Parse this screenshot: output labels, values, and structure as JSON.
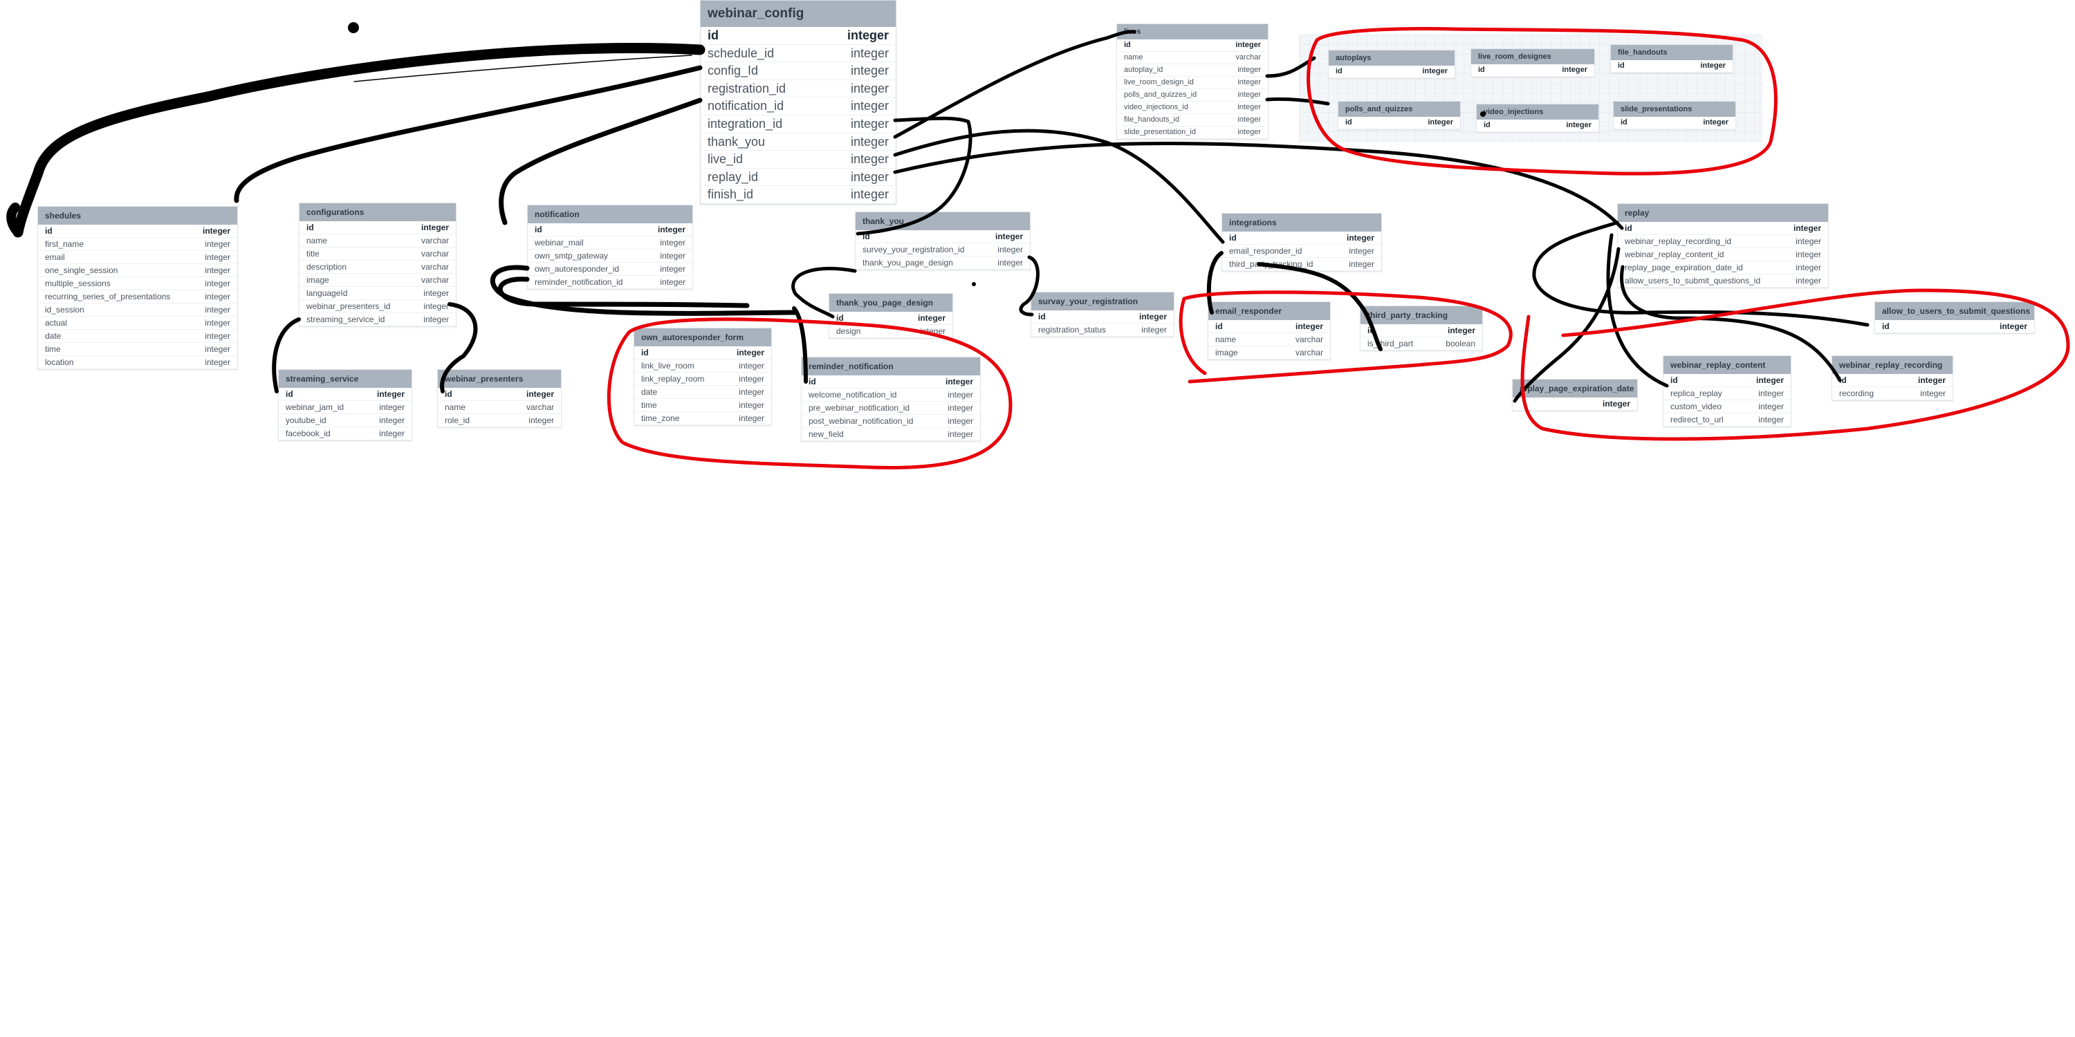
{
  "colors": {
    "table_header_bg": "#a9b3bd",
    "table_header_text": "#2f3b46",
    "annotation_black": "#000000",
    "annotation_red": "#e8000b",
    "grid_bg": "#f3f6f9"
  },
  "tables": [
    {
      "id": "webinar_config",
      "title": "webinar_config",
      "rows": [
        {
          "name": "id",
          "type": "integer",
          "pk": true
        },
        {
          "name": "schedule_id",
          "type": "integer"
        },
        {
          "name": "config_Id",
          "type": "integer"
        },
        {
          "name": "registration_id",
          "type": "integer"
        },
        {
          "name": "notification_id",
          "type": "integer"
        },
        {
          "name": "integration_id",
          "type": "integer"
        },
        {
          "name": "thank_you",
          "type": "integer"
        },
        {
          "name": "live_id",
          "type": "integer"
        },
        {
          "name": "replay_id",
          "type": "integer"
        },
        {
          "name": "finish_id",
          "type": "integer"
        }
      ]
    },
    {
      "id": "shedules",
      "title": "shedules",
      "rows": [
        {
          "name": "id",
          "type": "integer",
          "pk": true
        },
        {
          "name": "first_name",
          "type": "integer"
        },
        {
          "name": "email",
          "type": "integer"
        },
        {
          "name": "one_single_session",
          "type": "integer"
        },
        {
          "name": "multiple_sessions",
          "type": "integer"
        },
        {
          "name": "recurring_series_of_presentations",
          "type": "integer"
        },
        {
          "name": "id_session",
          "type": "integer"
        },
        {
          "name": "actual",
          "type": "integer"
        },
        {
          "name": "date",
          "type": "integer"
        },
        {
          "name": "time",
          "type": "integer"
        },
        {
          "name": "location",
          "type": "integer"
        }
      ]
    },
    {
      "id": "configurations",
      "title": "configurations",
      "rows": [
        {
          "name": "id",
          "type": "integer",
          "pk": true
        },
        {
          "name": "name",
          "type": "varchar"
        },
        {
          "name": "title",
          "type": "varchar"
        },
        {
          "name": "description",
          "type": "varchar"
        },
        {
          "name": "image",
          "type": "varchar"
        },
        {
          "name": "languageId",
          "type": "integer"
        },
        {
          "name": "webinar_presenters_id",
          "type": "integer"
        },
        {
          "name": "streaming_service_id",
          "type": "integer"
        }
      ]
    },
    {
      "id": "streaming_service",
      "title": "streaming_service",
      "rows": [
        {
          "name": "id",
          "type": "integer",
          "pk": true
        },
        {
          "name": "webinar_jam_id",
          "type": "integer"
        },
        {
          "name": "youtube_id",
          "type": "integer"
        },
        {
          "name": "facebook_id",
          "type": "integer"
        }
      ]
    },
    {
      "id": "webinar_presenters",
      "title": "webinar_presenters",
      "rows": [
        {
          "name": "id",
          "type": "integer",
          "pk": true
        },
        {
          "name": "name",
          "type": "varchar"
        },
        {
          "name": "role_id",
          "type": "integer"
        }
      ]
    },
    {
      "id": "notification",
      "title": "notification",
      "rows": [
        {
          "name": "id",
          "type": "integer",
          "pk": true
        },
        {
          "name": "webinar_mail",
          "type": "integer"
        },
        {
          "name": "own_smtp_gateway",
          "type": "integer"
        },
        {
          "name": "own_autoresponder_id",
          "type": "integer"
        },
        {
          "name": "reminder_notification_id",
          "type": "integer"
        }
      ]
    },
    {
      "id": "own_autoresponder",
      "title": "own_autoresponder_form",
      "rows": [
        {
          "name": "id",
          "type": "integer",
          "pk": true
        },
        {
          "name": "link_live_room",
          "type": "integer"
        },
        {
          "name": "link_replay_room",
          "type": "integer"
        },
        {
          "name": "date",
          "type": "integer"
        },
        {
          "name": "time",
          "type": "integer"
        },
        {
          "name": "time_zone",
          "type": "integer"
        }
      ]
    },
    {
      "id": "reminder_notification",
      "title": "reminder_notification",
      "rows": [
        {
          "name": "id",
          "type": "integer",
          "pk": true
        },
        {
          "name": "welcome_notification_id",
          "type": "integer"
        },
        {
          "name": "pre_webinar_notification_id",
          "type": "integer"
        },
        {
          "name": "post_webinar_notification_id",
          "type": "integer"
        },
        {
          "name": "new_field",
          "type": "integer"
        }
      ]
    },
    {
      "id": "thank_you",
      "title": "thank_you",
      "rows": [
        {
          "name": "id",
          "type": "integer",
          "pk": true
        },
        {
          "name": "survey_your_registration_id",
          "type": "integer"
        },
        {
          "name": "thank_you_page_design",
          "type": "integer"
        }
      ]
    },
    {
      "id": "thank_you_page_design",
      "title": "thank_you_page_design",
      "rows": [
        {
          "name": "id",
          "type": "integer",
          "pk": true
        },
        {
          "name": "design",
          "type": "integer"
        }
      ]
    },
    {
      "id": "survay_your_registration",
      "title": "survay_your_registration",
      "rows": [
        {
          "name": "id",
          "type": "integer",
          "pk": true
        },
        {
          "name": "registration_status",
          "type": "integer"
        }
      ]
    },
    {
      "id": "lives",
      "title": "lives",
      "rows": [
        {
          "name": "id",
          "type": "integer",
          "pk": true
        },
        {
          "name": "name",
          "type": "varchar"
        },
        {
          "name": "autoplay_id",
          "type": "integer"
        },
        {
          "name": "live_room_design_id",
          "type": "integer"
        },
        {
          "name": "polls_and_quizzes_id",
          "type": "integer"
        },
        {
          "name": "video_injections_id",
          "type": "integer"
        },
        {
          "name": "file_handouts_id",
          "type": "integer"
        },
        {
          "name": "slide_presentation_id",
          "type": "integer"
        }
      ]
    },
    {
      "id": "autoplays",
      "title": "autoplays",
      "rows": [
        {
          "name": "id",
          "type": "integer",
          "pk": true
        }
      ]
    },
    {
      "id": "live_room_designes",
      "title": "live_room_designes",
      "rows": [
        {
          "name": "id",
          "type": "integer",
          "pk": true
        }
      ]
    },
    {
      "id": "file_handouts",
      "title": "file_handouts",
      "rows": [
        {
          "name": "id",
          "type": "integer",
          "pk": true
        }
      ]
    },
    {
      "id": "polls_and_quizzes",
      "title": "polls_and_quizzes",
      "rows": [
        {
          "name": "id",
          "type": "integer",
          "pk": true
        }
      ]
    },
    {
      "id": "video_injections",
      "title": "video_injections",
      "rows": [
        {
          "name": "id",
          "type": "integer",
          "pk": true
        }
      ]
    },
    {
      "id": "slide_presentations",
      "title": "slide_presentations",
      "rows": [
        {
          "name": "id",
          "type": "integer",
          "pk": true
        }
      ]
    },
    {
      "id": "integrations",
      "title": "integrations",
      "rows": [
        {
          "name": "id",
          "type": "integer",
          "pk": true
        },
        {
          "name": "email_responder_id",
          "type": "integer"
        },
        {
          "name": "third_party_tracking_id",
          "type": "integer"
        }
      ]
    },
    {
      "id": "email_responder",
      "title": "email_responder",
      "rows": [
        {
          "name": "id",
          "type": "integer",
          "pk": true
        },
        {
          "name": "name",
          "type": "varchar"
        },
        {
          "name": "image",
          "type": "varchar"
        }
      ]
    },
    {
      "id": "third_party_tracking",
      "title": "third_party_tracking",
      "rows": [
        {
          "name": "id",
          "type": "integer",
          "pk": true
        },
        {
          "name": "is_third_part",
          "type": "boolean"
        }
      ]
    },
    {
      "id": "replay",
      "title": "replay",
      "rows": [
        {
          "name": "id",
          "type": "integer",
          "pk": true
        },
        {
          "name": "webinar_replay_recording_id",
          "type": "integer"
        },
        {
          "name": "webinar_replay_content_id",
          "type": "integer"
        },
        {
          "name": "replay_page_expiration_date_id",
          "type": "integer"
        },
        {
          "name": "allow_users_to_submit_questions_id",
          "type": "integer"
        }
      ]
    },
    {
      "id": "allow_to_users_to_submit_questions",
      "title": "allow_to_users_to_submit_questions",
      "rows": [
        {
          "name": "id",
          "type": "integer",
          "pk": true
        }
      ]
    },
    {
      "id": "replay_page_expiration_date",
      "title": "replay_page_expiration_date",
      "rows": [
        {
          "name": "",
          "type": "integer",
          "pk": true
        }
      ]
    },
    {
      "id": "webinar_replay_content",
      "title": "webinar_replay_content",
      "rows": [
        {
          "name": "id",
          "type": "integer",
          "pk": true
        },
        {
          "name": "replica_replay",
          "type": "integer"
        },
        {
          "name": "custom_video",
          "type": "integer"
        },
        {
          "name": "redirect_to_url",
          "type": "integer"
        }
      ]
    },
    {
      "id": "webinar_replay_recording",
      "title": "webinar_replay_recording",
      "rows": [
        {
          "name": "id",
          "type": "integer",
          "pk": true
        },
        {
          "name": "recording",
          "type": "integer"
        }
      ]
    }
  ]
}
